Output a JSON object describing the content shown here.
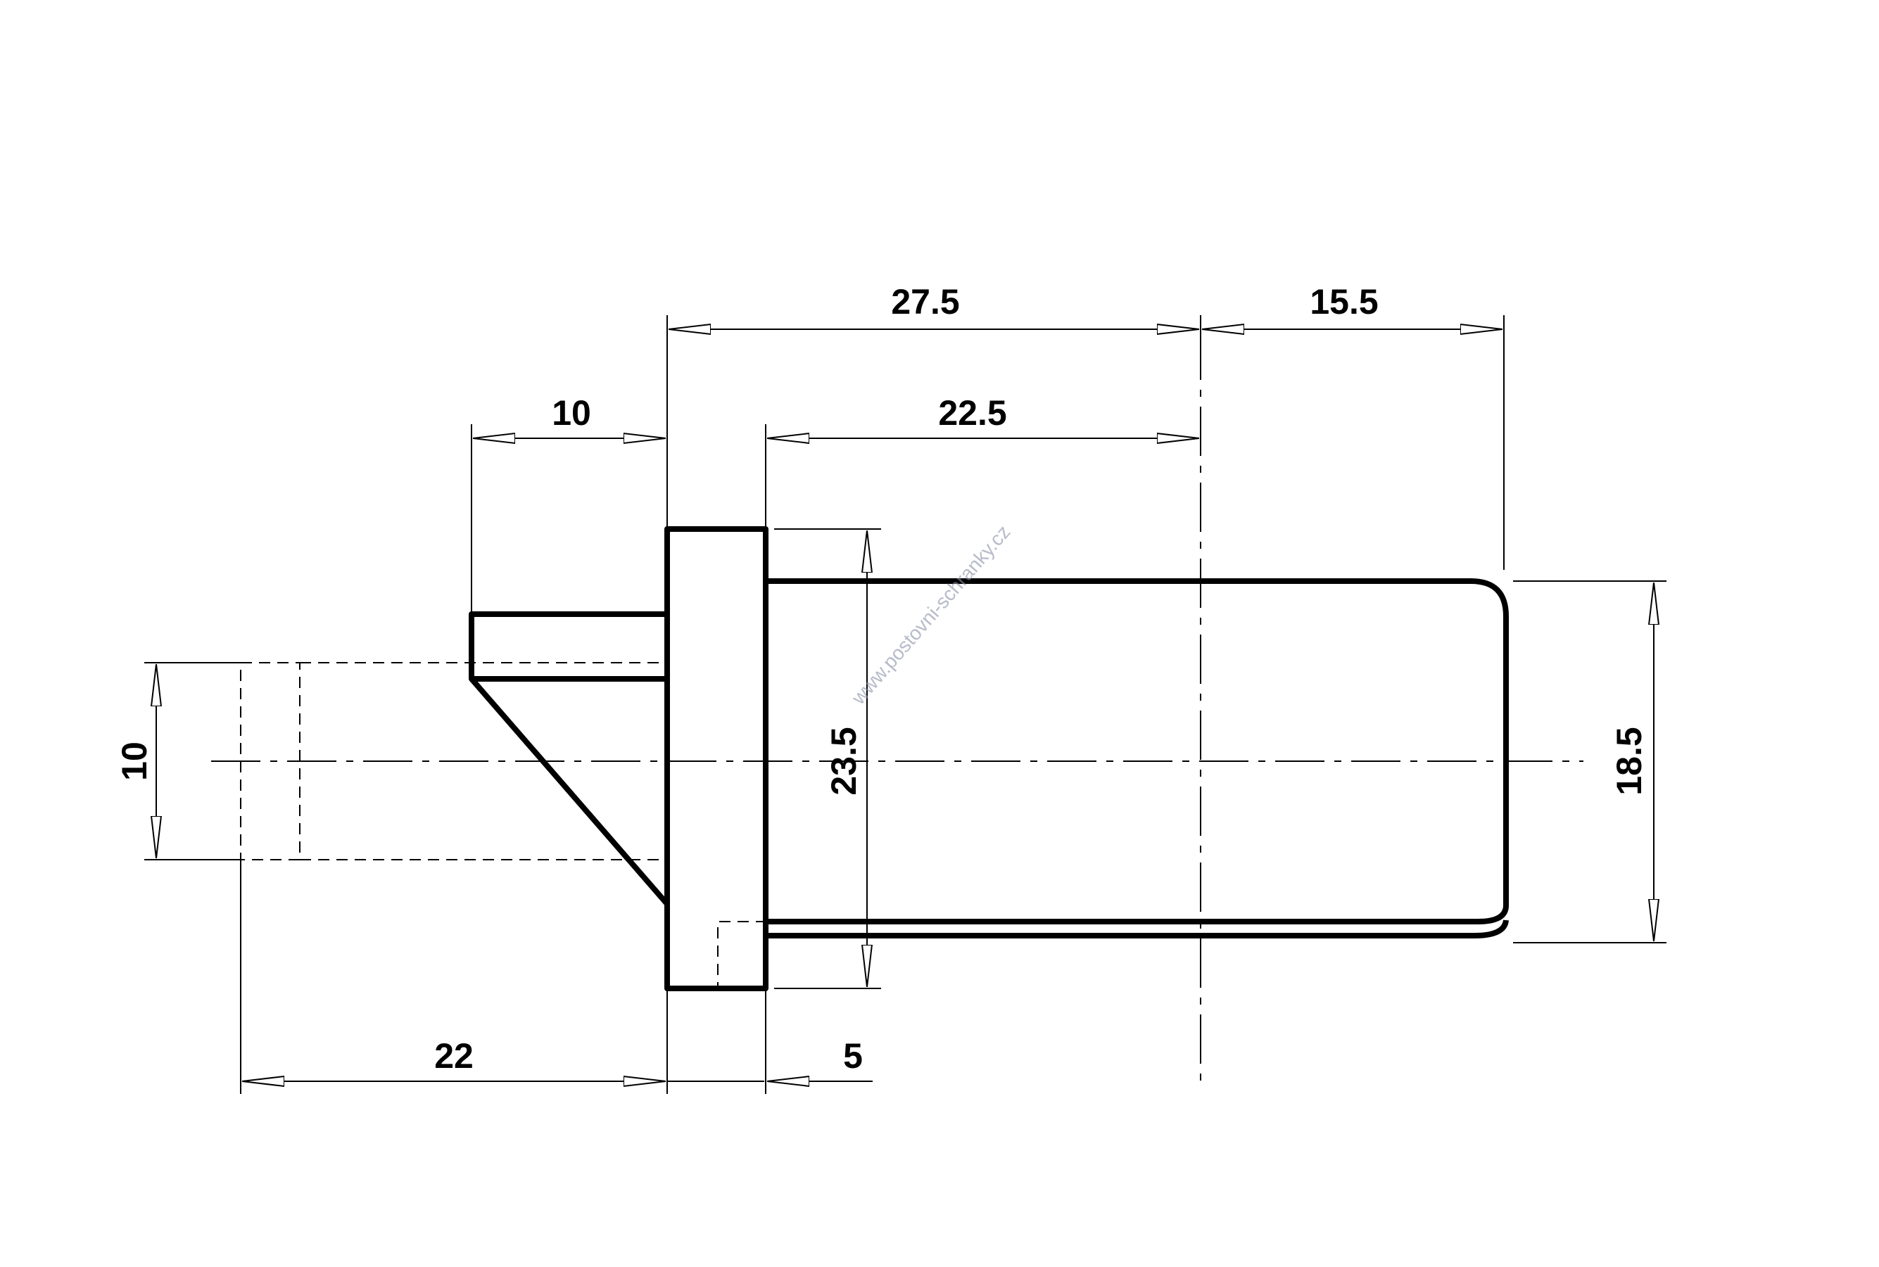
{
  "dimensions": {
    "top_overall": "27.5",
    "top_right": "15.5",
    "tab_width": "10",
    "body_length": "22.5",
    "flange_height": "23.5",
    "body_height": "18.5",
    "hole_height": "10",
    "bottom_left": "22",
    "bottom_flange": "5"
  },
  "watermark": "www.postovni-schranky.cz",
  "colors": {
    "line": "#000000",
    "background": "#ffffff",
    "watermark": "#8a8fa6"
  }
}
